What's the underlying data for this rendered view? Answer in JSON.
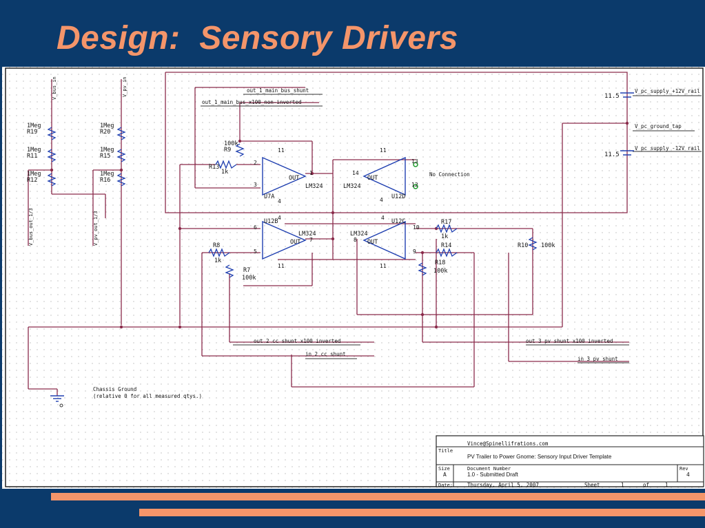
{
  "slide": {
    "title": "Design:  Sensory Drivers"
  },
  "schematic": {
    "net_labels": {
      "v_bus_in": "V_bus_in",
      "v_pv_in": "V_pv_in",
      "v_bus_out": "V_bus_out_1/3",
      "v_pv_out": "V_pv_out_1/3",
      "main_bus_shunt": "out_1_main_bus_shunt",
      "main_bus_x100": "out_1_main_bus_x100_non-inverted",
      "pos_supply": "V_pc_supply_+12V_rail",
      "ground_tap": "V_pc_ground_tap",
      "neg_supply": "V_pc_supply_-12V_rail",
      "no_connection": "No Connection",
      "cc_shunt_x100": "out 2 cc shunt x100 inverted",
      "cc_shunt_in": "in 2 cc shunt",
      "pv_shunt_x100": "out 3 pv shunt x100 inverted",
      "pv_shunt_in": "in 3 pv shunt",
      "chassis_ground": "Chassis Ground",
      "chassis_note": "(relative 0 for all measured qtys.)"
    },
    "resistors": [
      {
        "ref": "R19",
        "value": "1Meg"
      },
      {
        "ref": "R11",
        "value": "1Meg"
      },
      {
        "ref": "R12",
        "value": "1Meg"
      },
      {
        "ref": "R20",
        "value": "1Meg"
      },
      {
        "ref": "R15",
        "value": "1Meg"
      },
      {
        "ref": "R16",
        "value": "1Meg"
      },
      {
        "ref": "R9",
        "value": "100k"
      },
      {
        "ref": "R13",
        "value": "1k"
      },
      {
        "ref": "R8",
        "value": "1k"
      },
      {
        "ref": "R7",
        "value": "100k"
      },
      {
        "ref": "R17",
        "value": "1k"
      },
      {
        "ref": "R14",
        "value": "1k"
      },
      {
        "ref": "R18",
        "value": "100k"
      },
      {
        "ref": "R10",
        "value": "100k"
      }
    ],
    "batteries": [
      {
        "value": "11.5"
      },
      {
        "value": "11.5"
      }
    ],
    "opamps": [
      {
        "ref": "U7A",
        "part": "LM324",
        "out": "OUT"
      },
      {
        "ref": "U12D",
        "part": "LM324",
        "out": "OUT"
      },
      {
        "ref": "U12B",
        "part": "LM324",
        "out": "OUT"
      },
      {
        "ref": "U12C",
        "part": "LM324",
        "out": "OUT"
      }
    ],
    "pins": {
      "a_in_neg": "2",
      "a_in_pos": "3",
      "a_out": "1",
      "a_vcc": "11",
      "a_vee": "4",
      "d_out": "14",
      "d_in": "12",
      "d_in2": "13",
      "d_vcc": "11",
      "d_vee": "4",
      "b_in_neg": "6",
      "b_in_pos": "5",
      "b_out": "7",
      "b_vcc": "4",
      "b_vee": "11",
      "c_in_neg": "10",
      "c_in_pos": "9",
      "c_out": "8",
      "c_vcc": "4",
      "c_vee": "11"
    }
  },
  "title_block": {
    "author": "Vince@Spinellifrations.com",
    "title_label": "Title",
    "title": "PV Trailer to Power Gnome: Sensory Input Driver Template",
    "size_label": "Size",
    "size": "A",
    "docnum_label": "Document Number",
    "docnum": "1.0 - Submitted Draft",
    "rev_label": "Rev",
    "rev": "4",
    "date_label": "Date:",
    "date": "Thursday, April 5, 2007",
    "sheet_label": "Sheet",
    "sheet": "1",
    "of_label": "of",
    "sheets": "1"
  }
}
